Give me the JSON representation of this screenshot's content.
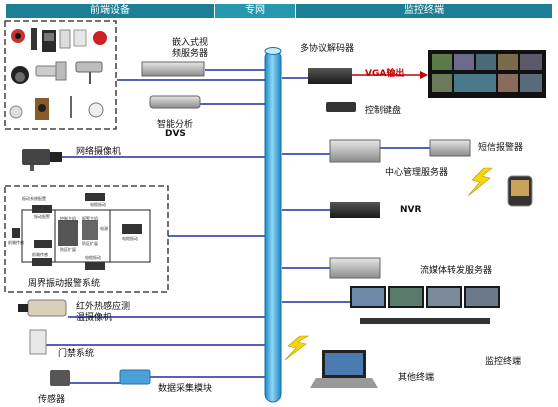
{
  "header": {
    "frontend": "前端设备",
    "network": "专网",
    "monitor": "监控终端"
  },
  "labels": {
    "embedded_video_server": "嵌入式视\n频服务器",
    "smart_analysis": "智能分析",
    "dvs": "DVS",
    "network_camera": "网络摄像机",
    "perimeter_alarm": "周界振动报警系统",
    "infrared_camera": "红外热感应测\n温摄像机",
    "access_control": "门禁系统",
    "sensor": "传感器",
    "data_acquisition": "数据采集模块",
    "multi_decoder": "多协议解码器",
    "vga_output": "VGA输出",
    "control_keyboard": "控制键盘",
    "central_server": "中心管理服务器",
    "sms_alarm": "短信报警器",
    "nvr": "NVR",
    "streaming_server": "流媒体转发服务器",
    "monitor_terminal": "监控终端",
    "other_terminal": "其他终端"
  },
  "perimeter_diagram_labels": [
    "振动系统配置",
    "振动报警",
    "电缆振动",
    "控制主机",
    "报警主机",
    "防区扩展",
    "防区扩展",
    "电源",
    "前端传感",
    "电缆振动",
    "电缆振动",
    "前端传感"
  ],
  "colors": {
    "header": "#1d7f95",
    "header_mid": "#2698ad",
    "link_line": "#1f2fa0",
    "backbone": "#34a4dc",
    "vga_arrow": "#c00000"
  }
}
